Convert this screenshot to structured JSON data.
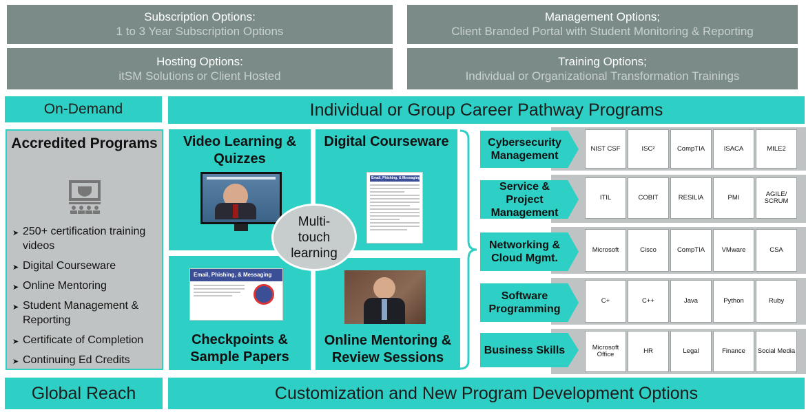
{
  "top_options": [
    {
      "title": "Subscription Options:",
      "subtitle": "1 to 3 Year Subscription Options"
    },
    {
      "title": "Management Options;",
      "subtitle": "Client Branded Portal with Student Monitoring & Reporting"
    },
    {
      "title": "Hosting Options:",
      "subtitle": "itSM Solutions or Client Hosted"
    },
    {
      "title": "Training Options;",
      "subtitle": "Individual or Organizational Transformation Trainings"
    }
  ],
  "on_demand": "On-Demand",
  "career_pathway": "Individual or Group Career Pathway Programs",
  "accredited": {
    "title": "Accredited Programs",
    "items": [
      "250+ certification training videos",
      "Digital Courseware",
      "Online Mentoring",
      "Student Management & Reporting",
      "Certificate of Completion",
      "Continuing Ed Credits"
    ]
  },
  "quadrants": {
    "video": "Video Learning & Quizzes",
    "courseware": "Digital Courseware",
    "checkpoints": "Checkpoints & Sample Papers",
    "mentoring": "Online Mentoring & Review Sessions"
  },
  "center_circle": "Multi-touch learning",
  "thumb_text": {
    "courseware_heading": "Email, Phishing, & Messaging",
    "checkpoint_heading": "Email, Phishing, & Messaging"
  },
  "programs": [
    {
      "name": "Cybersecurity Management",
      "items": [
        "NIST CSF",
        "ISC²",
        "CompTIA",
        "ISACA",
        "MILE2"
      ]
    },
    {
      "name": "Service & Project Management",
      "items": [
        "ITIL",
        "COBIT",
        "RESILIA",
        "PMI",
        "AGILE/ SCRUM"
      ]
    },
    {
      "name": "Networking & Cloud Mgmt.",
      "items": [
        "Microsoft",
        "Cisco",
        "CompTIA",
        "VMware",
        "CSA"
      ]
    },
    {
      "name": "Software Programming",
      "items": [
        "C+",
        "C++",
        "Java",
        "Python",
        "Ruby"
      ]
    },
    {
      "name": "Business Skills",
      "items": [
        "Microsoft Office",
        "HR",
        "Legal",
        "Finance",
        "Social Media"
      ]
    }
  ],
  "global_reach": "Global Reach",
  "customization": "Customization and New Program Development Options",
  "colors": {
    "teal": "#2ecfc4",
    "gray": "#7b8c88",
    "light_gray": "#bfc3c3"
  }
}
